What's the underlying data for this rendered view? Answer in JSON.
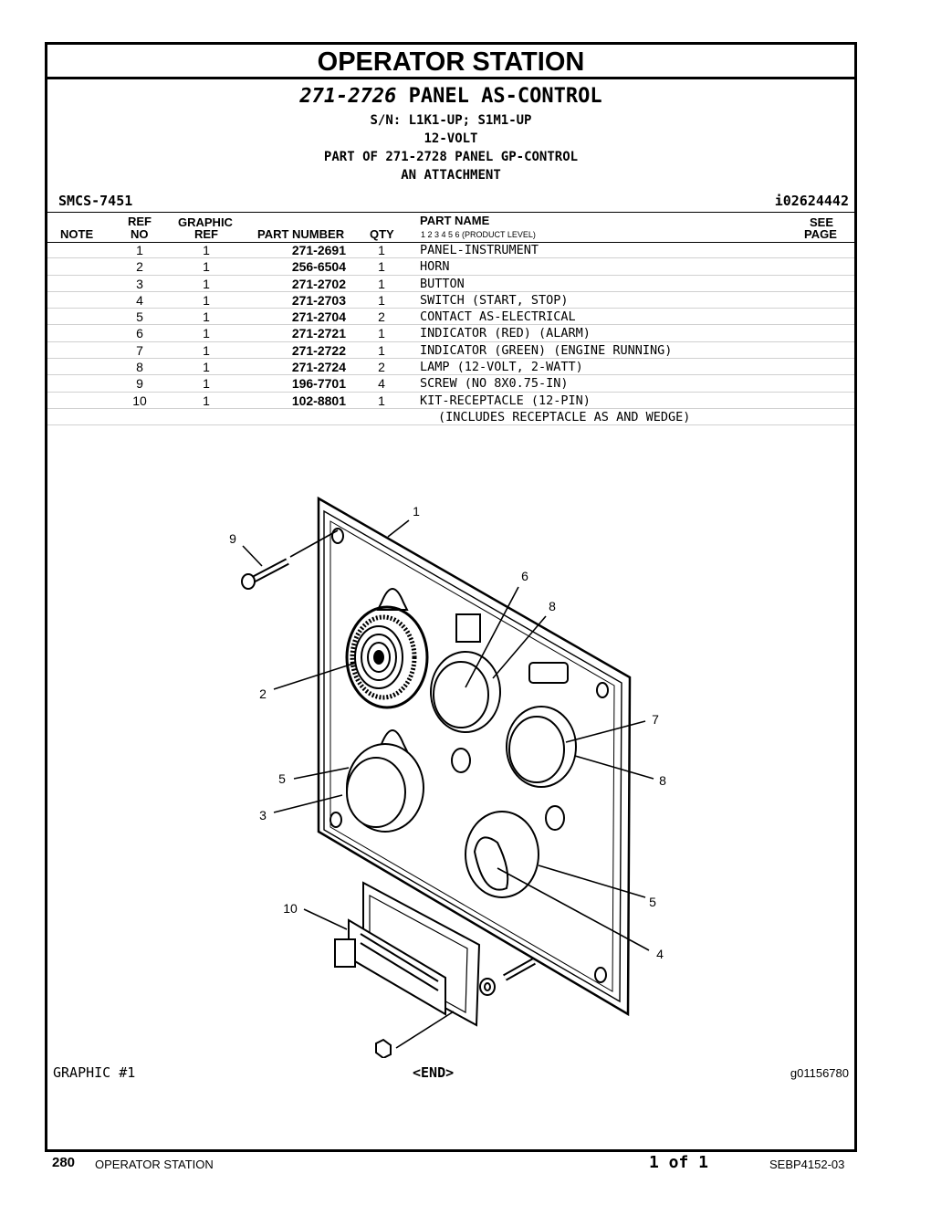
{
  "title": "OPERATOR STATION",
  "assembly": {
    "part_number": "271-2726",
    "name": "PANEL AS-CONTROL",
    "serial": "S/N: L1K1-UP; S1M1-UP",
    "voltage": "12-VOLT",
    "part_of": "PART OF 271-2728 PANEL GP-CONTROL",
    "attachment": "AN ATTACHMENT"
  },
  "smcs": "SMCS-7451",
  "illustration_id": "i02624442",
  "table": {
    "headers": {
      "note": "NOTE",
      "ref_top": "REF",
      "ref_bottom": "NO",
      "graphic_top": "GRAPHIC",
      "graphic_bottom": "REF",
      "part_number": "PART NUMBER",
      "qty": "QTY",
      "part_name": "PART NAME",
      "product_level": "1  2  3  4  5  6  (PRODUCT LEVEL)",
      "see_top": "SEE",
      "see_bottom": "PAGE"
    },
    "rows": [
      {
        "ref": "1",
        "graphic": "1",
        "part": "271-2691",
        "qty": "1",
        "name": "PANEL-INSTRUMENT"
      },
      {
        "ref": "2",
        "graphic": "1",
        "part": "256-6504",
        "qty": "1",
        "name": "HORN"
      },
      {
        "ref": "3",
        "graphic": "1",
        "part": "271-2702",
        "qty": "1",
        "name": "BUTTON"
      },
      {
        "ref": "4",
        "graphic": "1",
        "part": "271-2703",
        "qty": "1",
        "name": "SWITCH (START, STOP)"
      },
      {
        "ref": "5",
        "graphic": "1",
        "part": "271-2704",
        "qty": "2",
        "name": "CONTACT AS-ELECTRICAL"
      },
      {
        "ref": "6",
        "graphic": "1",
        "part": "271-2721",
        "qty": "1",
        "name": "INDICATOR (RED) (ALARM)"
      },
      {
        "ref": "7",
        "graphic": "1",
        "part": "271-2722",
        "qty": "1",
        "name": "INDICATOR (GREEN) (ENGINE RUNNING)"
      },
      {
        "ref": "8",
        "graphic": "1",
        "part": "271-2724",
        "qty": "2",
        "name": "LAMP (12-VOLT, 2-WATT)"
      },
      {
        "ref": "9",
        "graphic": "1",
        "part": "196-7701",
        "qty": "4",
        "name": "SCREW (NO 8X0.75-IN)"
      },
      {
        "ref": "10",
        "graphic": "1",
        "part": "102-8801",
        "qty": "1",
        "name": "KIT-RECEPTACLE (12-PIN)"
      }
    ],
    "note_row": "(INCLUDES RECEPTACLE AS AND WEDGE)"
  },
  "callouts": [
    "1",
    "9",
    "6",
    "8",
    "2",
    "7",
    "5",
    "8",
    "3",
    "5",
    "10",
    "4"
  ],
  "graphic_label": "GRAPHIC #1",
  "end_marker": "<END>",
  "graphic_id": "g01156780",
  "footer": {
    "page_number": "280",
    "section": "OPERATOR STATION",
    "page_of": "1 of 1",
    "doc_number": "SEBP4152-03"
  }
}
